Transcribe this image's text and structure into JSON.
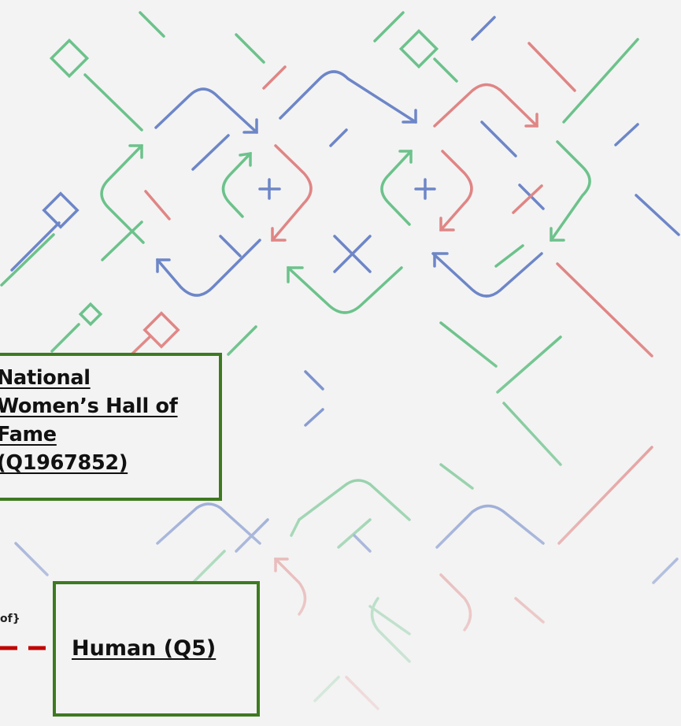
{
  "diagram": {
    "nodes": [
      {
        "id": "hof",
        "label": "National Women’s Hall of Fame (Q1967852)"
      },
      {
        "id": "human",
        "label": "Human (Q5)"
      }
    ],
    "edge": {
      "label": "of}",
      "style": "dashed",
      "color": "#c00000"
    }
  },
  "colors": {
    "background": "#f3f3f3",
    "node_border": "#3e7a20",
    "pattern_green": "#6cc28b",
    "pattern_blue": "#6d86c8",
    "pattern_red": "#e08585"
  }
}
